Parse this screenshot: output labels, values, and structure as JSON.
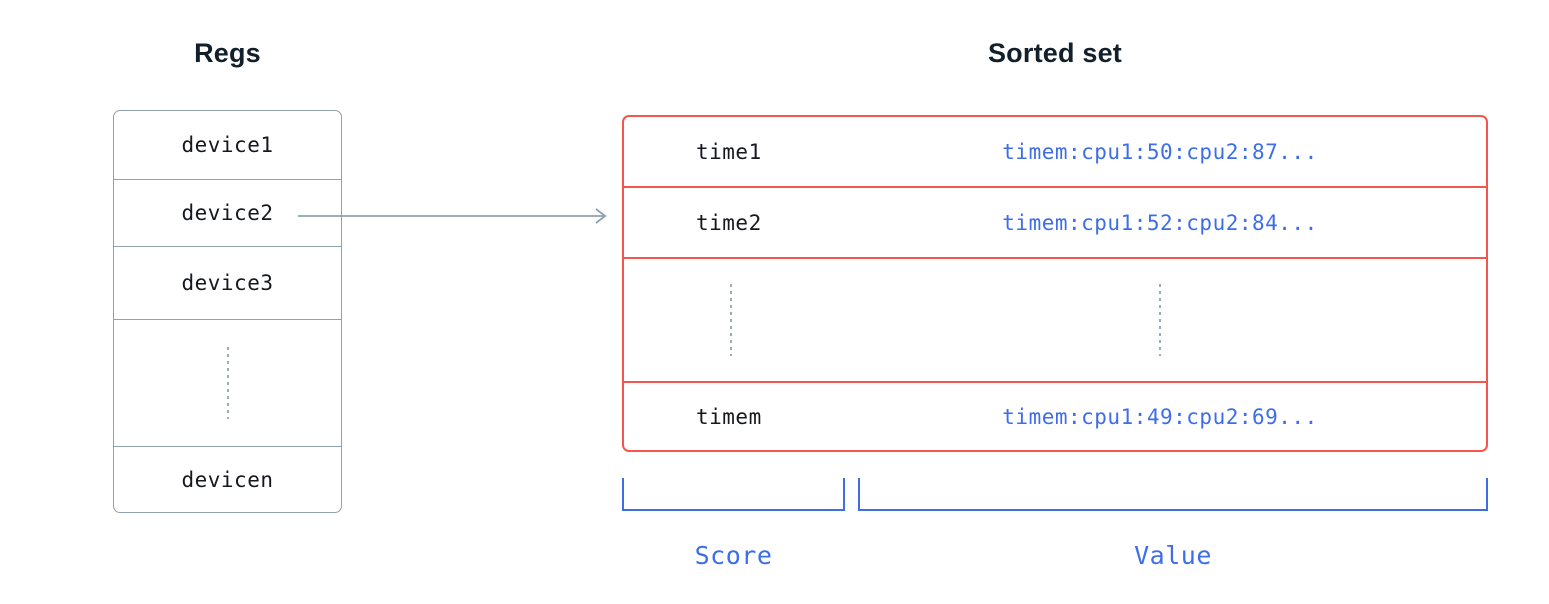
{
  "diagram": {
    "background_color": "#ffffff",
    "colors": {
      "regs_border": "#8fa2ad",
      "sorted_set_border": "#f4564b",
      "value_text": "#3d6ee8",
      "bracket": "#3d6ee8",
      "arrow": "#8fa2ad",
      "title_text": "#12202b",
      "score_text": "#15181c"
    }
  },
  "regs": {
    "title": "Regs",
    "rows": [
      {
        "label": "device1",
        "type": "text"
      },
      {
        "label": "device2",
        "type": "text"
      },
      {
        "label": "device3",
        "type": "text"
      },
      {
        "label": "",
        "type": "ellipsis"
      },
      {
        "label": "devicen",
        "type": "text"
      }
    ]
  },
  "connector": {
    "from": "device2",
    "to": "sorted-set",
    "icon": "arrow-right-icon"
  },
  "sorted_set": {
    "title": "Sorted set",
    "columns": [
      "Score",
      "Value"
    ],
    "rows": [
      {
        "score": "time1",
        "value": "timem:cpu1:50:cpu2:87...",
        "type": "text"
      },
      {
        "score": "time2",
        "value": "timem:cpu1:52:cpu2:84...",
        "type": "text"
      },
      {
        "score": "",
        "value": "",
        "type": "ellipsis"
      },
      {
        "score": "timem",
        "value": "timem:cpu1:49:cpu2:69...",
        "type": "text"
      }
    ],
    "brackets": [
      {
        "label": "Score"
      },
      {
        "label": "Value"
      }
    ]
  }
}
